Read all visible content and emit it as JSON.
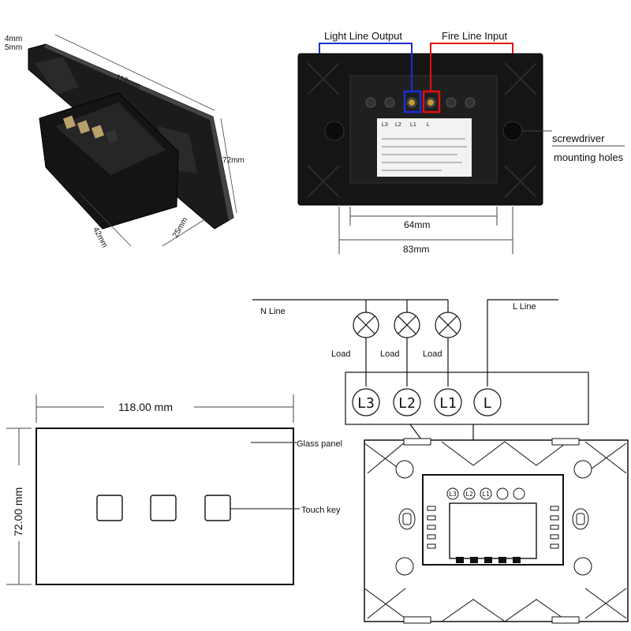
{
  "iso_view": {
    "dim_thickness_a": "4mm",
    "dim_thickness_b": "5mm",
    "dim_width": "118mm",
    "dim_height": "72mm",
    "dim_box_depth": "42mm",
    "dim_box_width": "25mm"
  },
  "back_view": {
    "light_line_output": "Light Line Output",
    "fire_line_input": "Fire Line Input",
    "terminal_labels": [
      "L3",
      "L2",
      "L1",
      "L"
    ],
    "screwdriver_label": "screwdriver",
    "mounting_holes_label": "mounting holes",
    "dim_inner": "64mm",
    "dim_outer": "83mm",
    "colors": {
      "output_wire": "#1a2fd6",
      "input_wire": "#e01010"
    }
  },
  "front_view": {
    "dim_width": "118.00 mm",
    "dim_height": "72.00 mm",
    "glass_panel_label": "Glass panel",
    "touch_key_label": "Touch key"
  },
  "wiring": {
    "n_line_label": "N  Line",
    "l_line_label": "L  Line",
    "load_labels": [
      "Load",
      "Load",
      "Load"
    ],
    "terminals": [
      "L3",
      "L2",
      "L1",
      "L"
    ],
    "board_terminals": [
      "L3",
      "L2",
      "L1"
    ]
  }
}
